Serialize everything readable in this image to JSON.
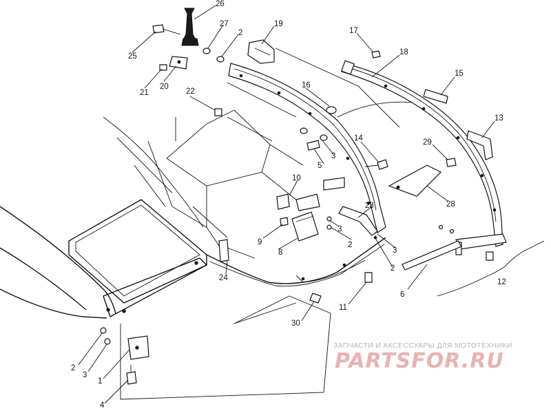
{
  "diagram": {
    "callouts": [
      "26",
      "27",
      "2",
      "19",
      "17",
      "18",
      "25",
      "20",
      "21",
      "22",
      "16",
      "15",
      "13",
      "14",
      "29",
      "28",
      "10",
      "5",
      "3",
      "9",
      "8",
      "23",
      "2",
      "3",
      "24",
      "2",
      "3",
      "11",
      "30",
      "6",
      "12",
      "2",
      "3",
      "1",
      "4"
    ]
  },
  "watermark": {
    "caption": "ЗАПЧАСТИ И АКСЕССУАРЫ ДЛЯ МОТОТЕХНИКИ",
    "logo": "PARTSFOR.RU",
    "logo_color": "#e9b3b3",
    "caption_color": "#b5b5b5"
  }
}
